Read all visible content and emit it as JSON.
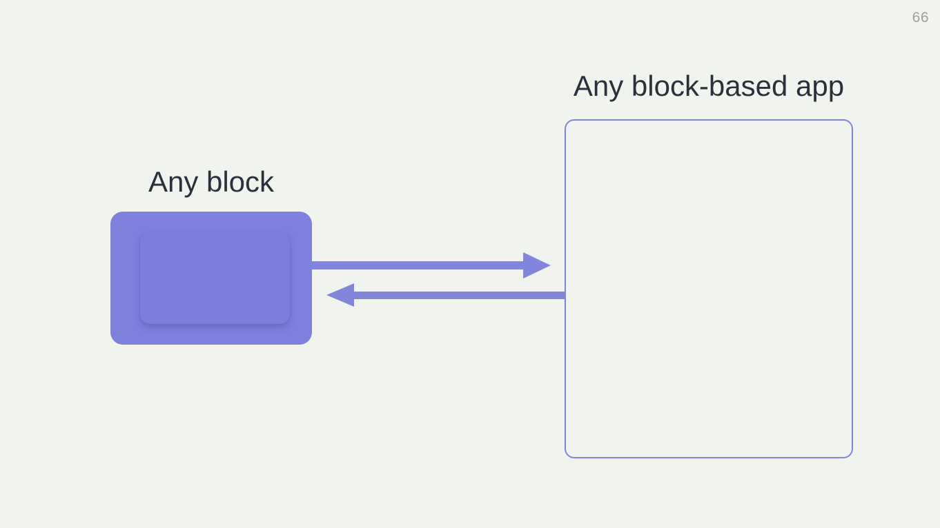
{
  "page": {
    "number": "66"
  },
  "diagram": {
    "block_label": "Any block",
    "app_label": "Any block-based app",
    "arrows": [
      {
        "name": "block-to-app",
        "direction": "right"
      },
      {
        "name": "app-to-block",
        "direction": "left"
      }
    ]
  },
  "colors": {
    "background": "#F1F3EE",
    "block_fill": "#7E81DD",
    "arrow": "#8185DE",
    "outline_border": "#8084DC",
    "label_text": "#2D303C",
    "page_number": "#9FA09D"
  }
}
